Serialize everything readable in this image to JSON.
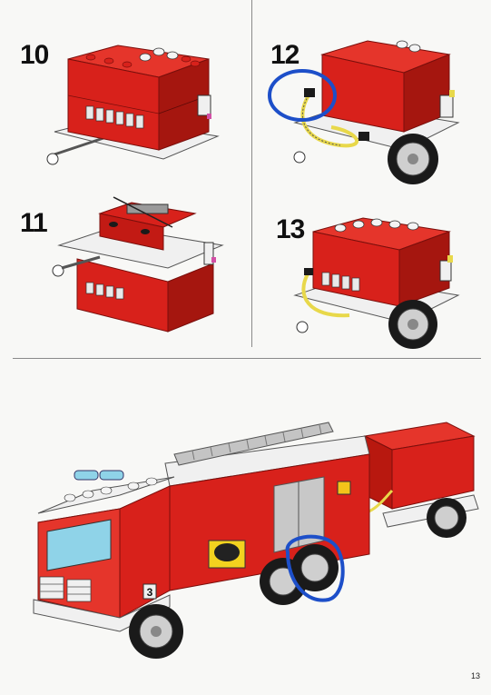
{
  "steps": [
    {
      "number": "10"
    },
    {
      "number": "11"
    },
    {
      "number": "12"
    },
    {
      "number": "13"
    }
  ],
  "final": {
    "truck_number": "3"
  },
  "page_number": "13",
  "colors": {
    "brick_red": "#d8211b",
    "brick_dark": "#9c1410",
    "plate_white": "#f0f0f0",
    "tire_black": "#1a1a1a",
    "hose_yellow": "#e8d84a",
    "annotation_blue": "#1d4fc9",
    "grey": "#9a9a9a",
    "window_blue": "#8fd3e8"
  }
}
